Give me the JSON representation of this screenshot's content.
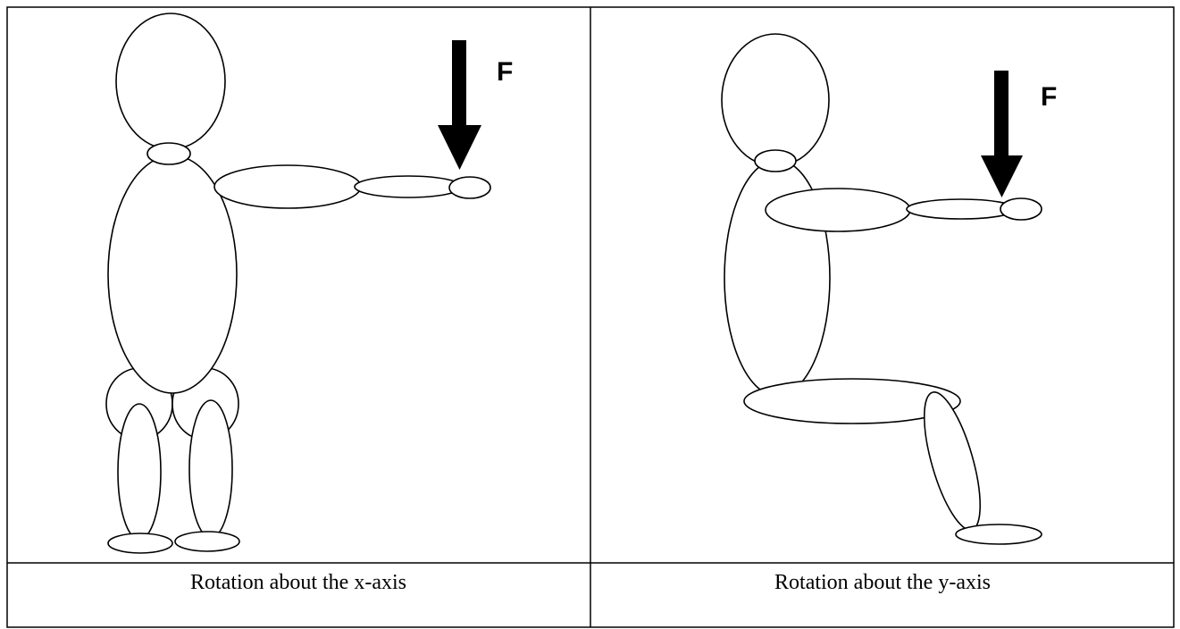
{
  "panels": [
    {
      "caption": "Rotation about the x-axis",
      "force_label": "F"
    },
    {
      "caption": "Rotation about the y-axis",
      "force_label": "F"
    }
  ],
  "colors": {
    "stroke": "#000000",
    "fill": "#ffffff",
    "arrow": "#000000"
  }
}
